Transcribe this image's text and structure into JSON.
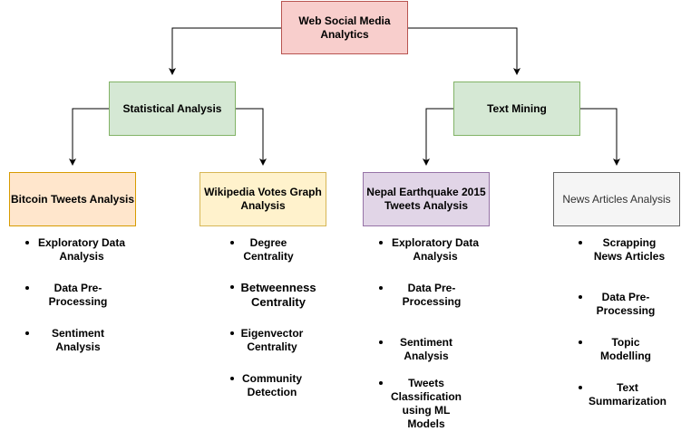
{
  "root": "Web Social Media Analytics",
  "level1": {
    "statistical": "Statistical Analysis",
    "text_mining": "Text Mining"
  },
  "level2": {
    "bitcoin": "Bitcoin Tweets Analysis",
    "wikipedia": "Wikipedia Votes Graph Analysis",
    "nepal": "Nepal Earthquake 2015 Tweets Analysis",
    "news": "News Articles Analysis"
  },
  "bitcoin_items": [
    "Exploratory Data Analysis",
    "Data Pre-Processing",
    "Sentiment Analysis"
  ],
  "wikipedia_items": [
    "Degree Centrality",
    "Betweenness Centrality",
    "Eigenvector Centrality",
    "Community Detection"
  ],
  "nepal_items": [
    "Exploratory Data Analysis",
    "Data Pre-Processing",
    "Sentiment Analysis",
    "Tweets Classification using ML Models"
  ],
  "news_items": [
    "Scrapping News Articles",
    "Data Pre-Processing",
    "Topic Modelling",
    "Text Summarization"
  ]
}
